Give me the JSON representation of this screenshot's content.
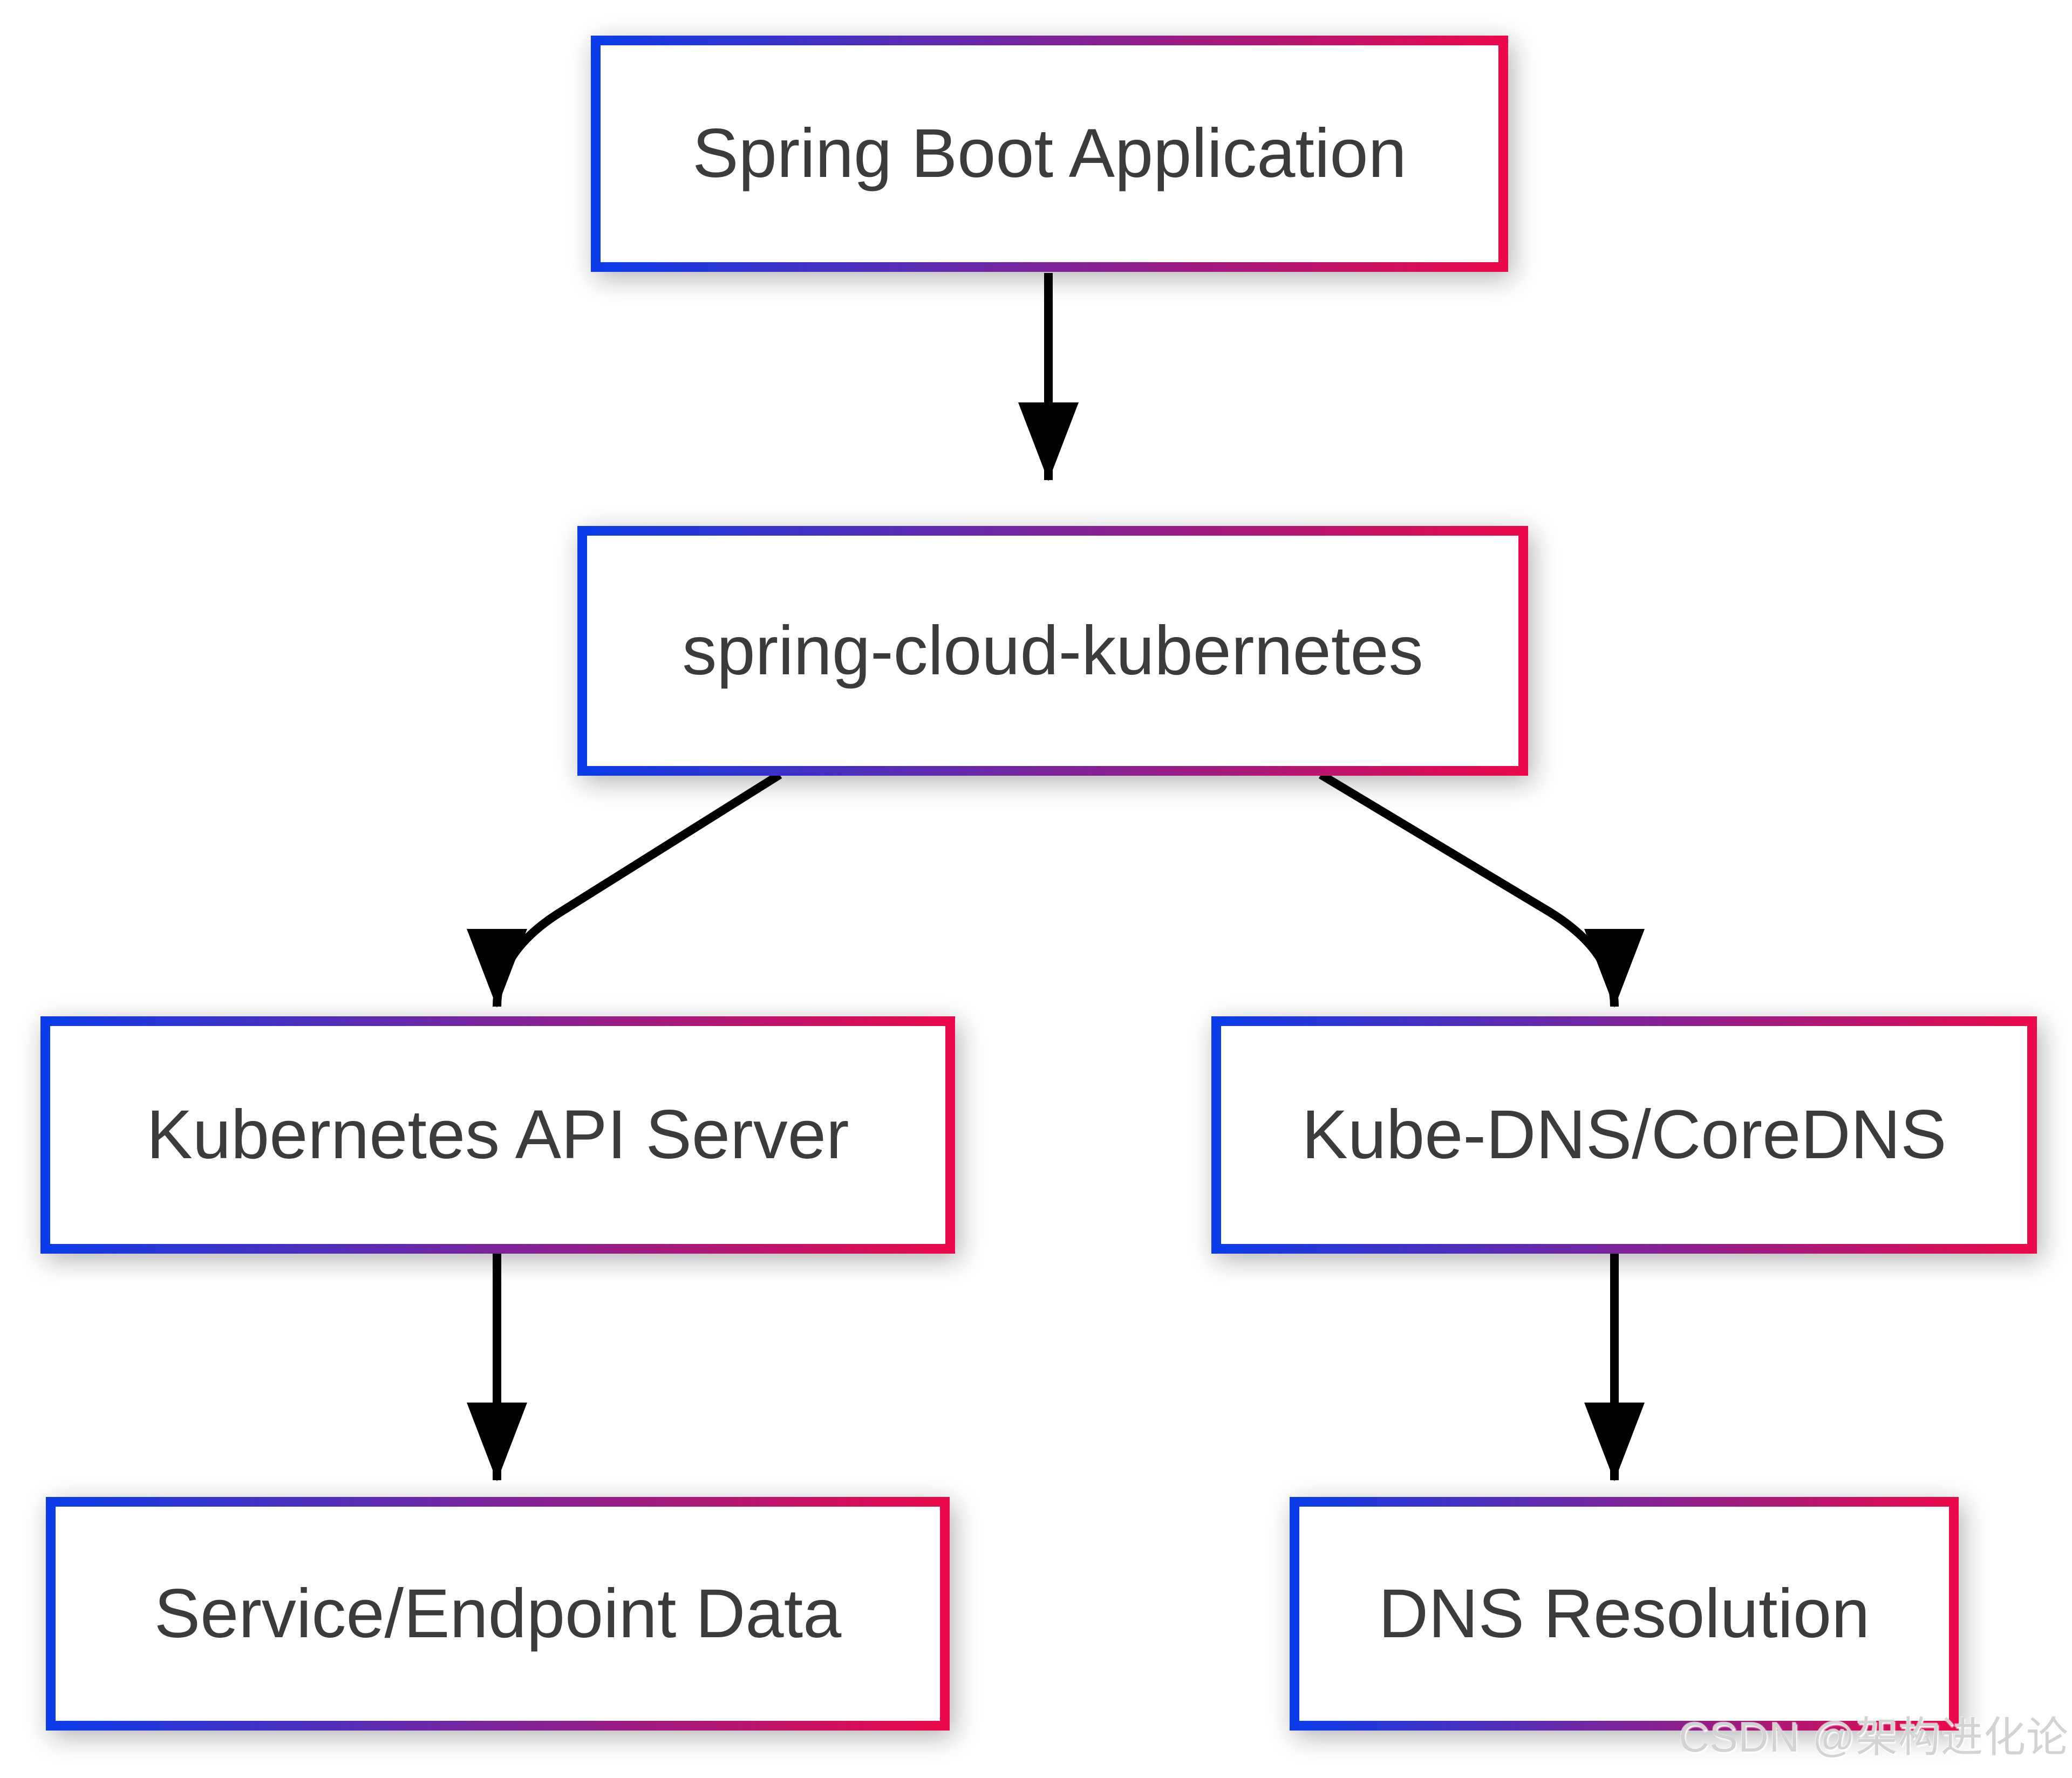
{
  "diagram": {
    "nodes": [
      {
        "id": "spring-boot-application",
        "label": "Spring Boot Application"
      },
      {
        "id": "spring-cloud-kubernetes",
        "label": "spring-cloud-kubernetes"
      },
      {
        "id": "kubernetes-api-server",
        "label": "Kubernetes API Server"
      },
      {
        "id": "kube-dns-coredns",
        "label": "Kube-DNS/CoreDNS"
      },
      {
        "id": "service-endpoint-data",
        "label": "Service/Endpoint Data"
      },
      {
        "id": "dns-resolution",
        "label": "DNS Resolution"
      }
    ],
    "edges": [
      {
        "from": "spring-boot-application",
        "to": "spring-cloud-kubernetes"
      },
      {
        "from": "spring-cloud-kubernetes",
        "to": "kubernetes-api-server"
      },
      {
        "from": "spring-cloud-kubernetes",
        "to": "kube-dns-coredns"
      },
      {
        "from": "kubernetes-api-server",
        "to": "service-endpoint-data"
      },
      {
        "from": "kube-dns-coredns",
        "to": "dns-resolution"
      }
    ],
    "colors": {
      "node_border_gradient_start": "#0c3ce8",
      "node_border_gradient_end": "#ea0a4c",
      "node_background": "#ffffff",
      "node_text": "#3b3b3b",
      "arrow": "#000000",
      "page_background": "#ffffff",
      "watermark_text_color": "#d3d3d3"
    }
  },
  "watermark": {
    "text": "CSDN @架构进化论"
  }
}
